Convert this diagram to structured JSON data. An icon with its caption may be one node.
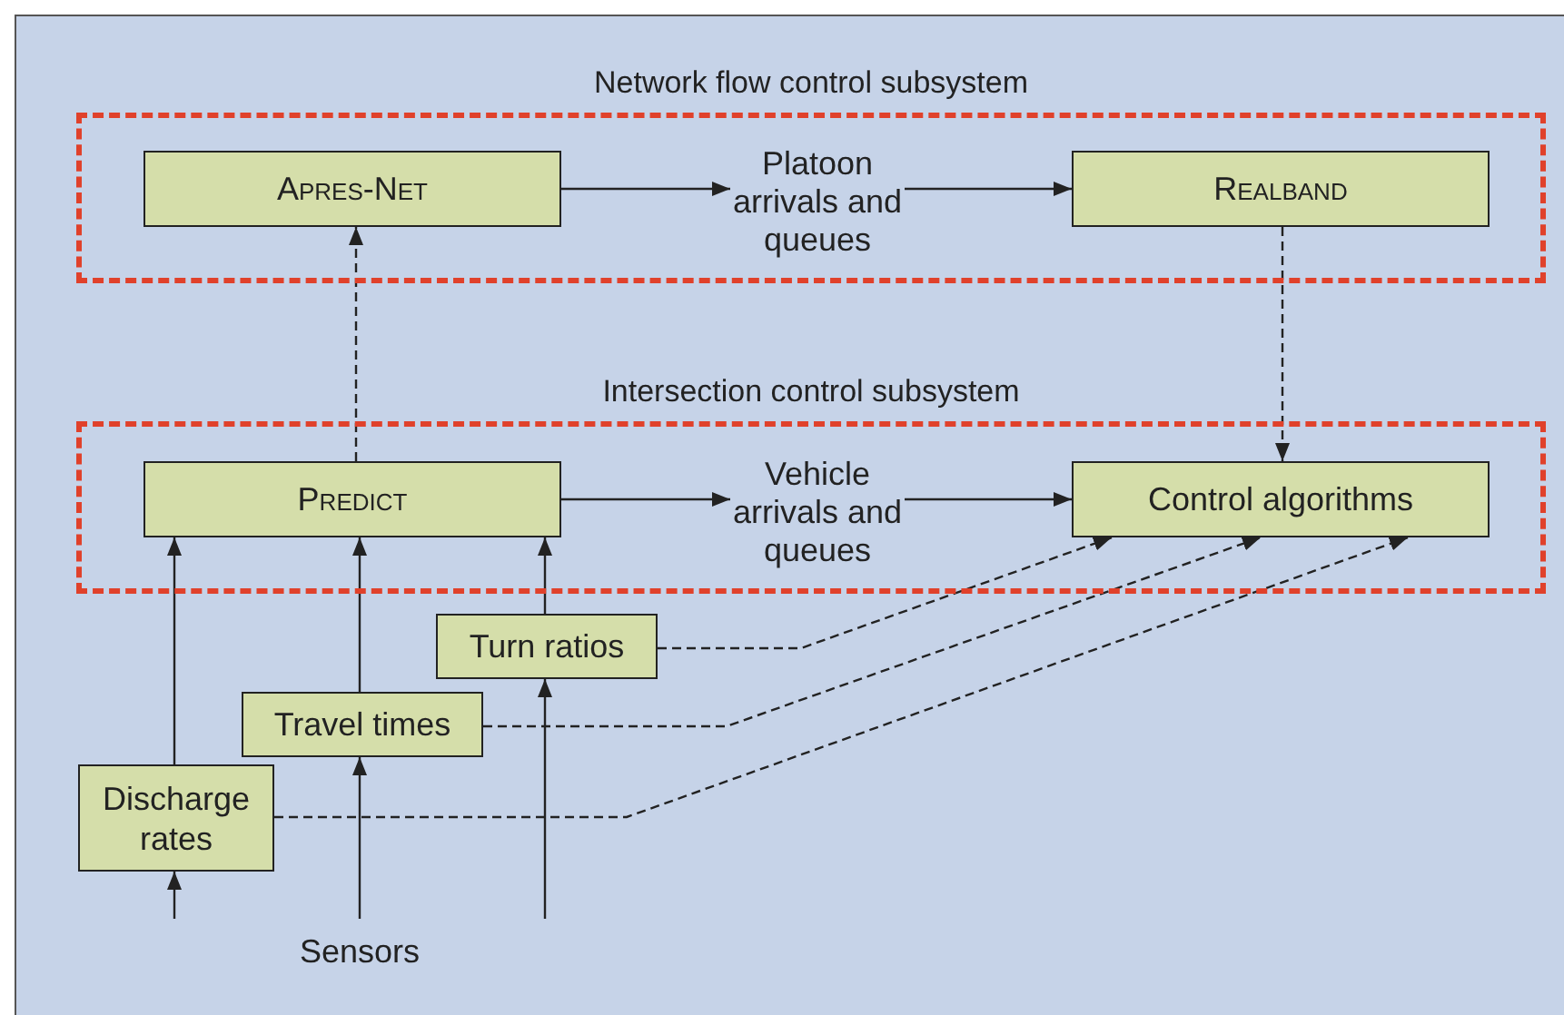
{
  "diagram": {
    "nodes": [
      {
        "text": [
          "Network flow control subsystem"
        ]
      },
      {
        "text": [
          "Apres-Net"
        ],
        "in": 0
      },
      {
        "text": [
          "Platoon arrivals and queues"
        ],
        "in": 0
      },
      {
        "text": [
          "Realband"
        ],
        "in": 0
      },
      {
        "text": [
          "Intersection control subsystem"
        ]
      },
      {
        "text": [
          "Predict"
        ],
        "in": 4
      },
      {
        "text": [
          "Vehicle arrivals and queues"
        ],
        "in": 4
      },
      {
        "text": [
          "Control algorithms"
        ],
        "in": 4
      },
      {
        "text": [
          "Turn ratios"
        ]
      },
      {
        "text": [
          "Travel times"
        ]
      },
      {
        "text": [
          "Discharge rates"
        ]
      }
    ],
    "edges": [
      {
        "from": 1,
        "to": 2,
        "arrow": "to"
      },
      {
        "from": 2,
        "to": 3,
        "arrow": "to"
      },
      {
        "from": 5,
        "to": 6,
        "arrow": "to"
      },
      {
        "from": 6,
        "to": 7,
        "arrow": "to"
      },
      {
        "from": 5,
        "to": 1,
        "arrow": "to",
        "style": "dashed"
      },
      {
        "from": 3,
        "to": 7,
        "arrow": "to",
        "style": "dashed"
      },
      {
        "from": 10,
        "to": 5,
        "arrow": "to"
      },
      {
        "from": 9,
        "to": 5,
        "arrow": "to"
      },
      {
        "from": 8,
        "to": 5,
        "arrow": "to"
      },
      {
        "from": 8,
        "to": 7,
        "arrow": "to",
        "style": "dashed"
      },
      {
        "from": 9,
        "to": 7,
        "arrow": "to",
        "style": "dashed"
      },
      {
        "from": 10,
        "to": 7,
        "arrow": "to",
        "style": "dashed"
      },
      {
        "from": null,
        "to": 10,
        "arrow": "to"
      },
      {
        "from": null,
        "to": 9,
        "arrow": "to"
      },
      {
        "from": null,
        "to": 8,
        "arrow": "to"
      }
    ],
    "labels": [
      "Sensors"
    ]
  }
}
